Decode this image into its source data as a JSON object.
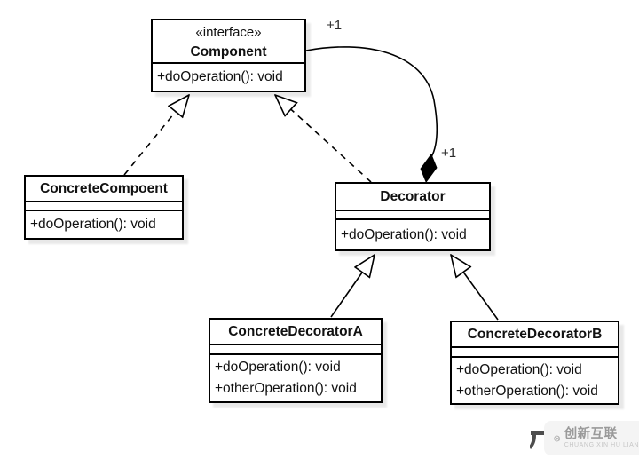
{
  "diagram": {
    "classes": [
      {
        "stereotype": "«interface»",
        "name": "Component",
        "attributes": [],
        "operations": [
          "+doOperation(): void"
        ]
      },
      {
        "stereotype": "",
        "name": "ConcreteCompoent",
        "attributes": [],
        "operations": [
          "+doOperation(): void"
        ]
      },
      {
        "stereotype": "",
        "name": "Decorator",
        "attributes": [],
        "operations": [
          "+doOperation(): void"
        ]
      },
      {
        "stereotype": "",
        "name": "ConcreteDecoratorA",
        "attributes": [],
        "operations": [
          "+doOperation(): void",
          "+otherOperation(): void"
        ]
      },
      {
        "stereotype": "",
        "name": "ConcreteDecoratorB",
        "attributes": [],
        "operations": [
          "+doOperation(): void",
          "+otherOperation(): void"
        ]
      }
    ],
    "relationships": {
      "realizations": [
        "ConcreteCompoent implements Component",
        "Decorator implements Component"
      ],
      "generalizations": [
        "ConcreteDecoratorA extends Decorator",
        "ConcreteDecoratorB extends Decorator"
      ],
      "composition": {
        "from": "Decorator",
        "to": "Component",
        "label_component_end": "+1",
        "label_decorator_end": "+1"
      }
    }
  },
  "watermark": {
    "brand": "创新互联",
    "subtext": "CHUANG XIN HU LIAN"
  },
  "colors": {
    "line": "#000000",
    "box_fill": "#ffffff",
    "box_border": "#000000",
    "watermark_text": "#9a9a9a",
    "watermark_bg": "#f4f4f4"
  }
}
